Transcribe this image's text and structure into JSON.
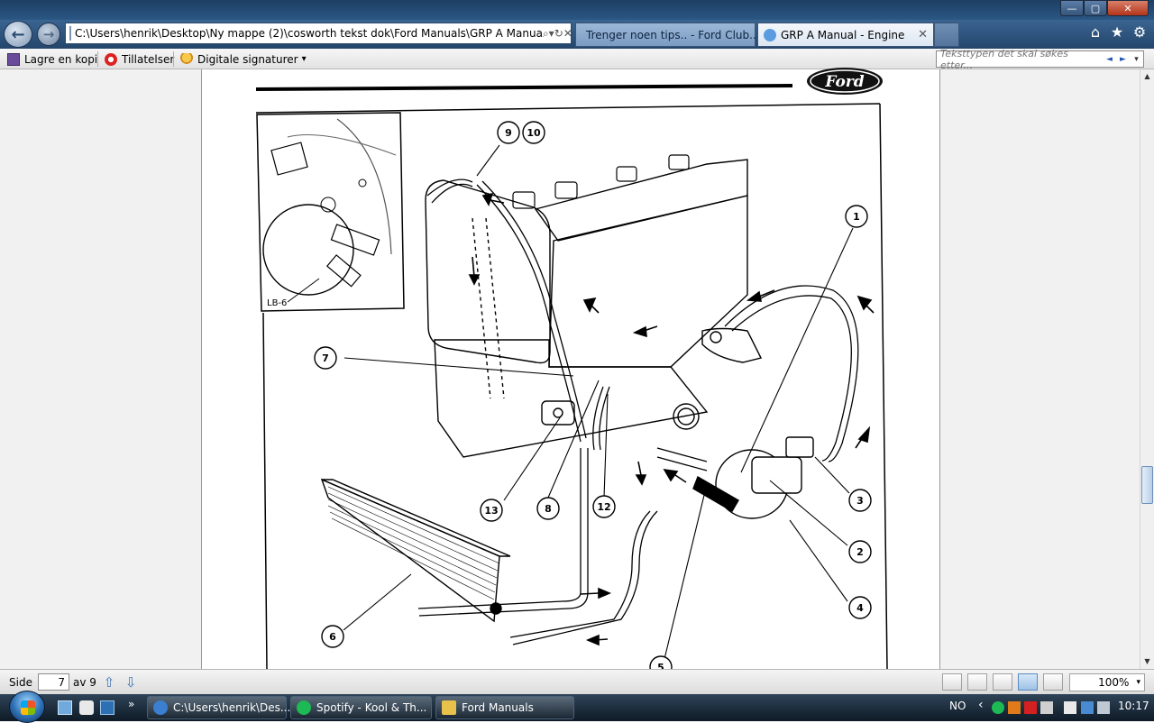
{
  "browser": {
    "address": "C:\\Users\\henrik\\Desktop\\Ny mappe (2)\\cosworth tekst dok\\Ford Manuals\\GRP A Manua",
    "tabs": [
      {
        "label": "Trenger noen tips.. - Ford Club...",
        "active": false
      },
      {
        "label": "GRP A Manual - Engine",
        "active": true
      }
    ],
    "window_buttons": {
      "minimize": "—",
      "maximize": "▢",
      "close": "✕"
    },
    "nav": {
      "back": "←",
      "forward": "→"
    },
    "address_tools": {
      "search": "⌕",
      "dropdown": "▾",
      "refresh": "↻",
      "stop": "✕"
    },
    "command_icons": {
      "home": "⌂",
      "favorites": "★",
      "tools": "⚙"
    },
    "tab_close": "✕"
  },
  "pdf_toolbar": {
    "save_copy": "Lagre en kopi",
    "permissions": "Tillatelser",
    "signatures": "Digitale signaturer",
    "signatures_arrow": "▾",
    "find_placeholder": "Teksttypen det skal søkes etter...",
    "find_prev": "◄",
    "find_next": "►",
    "find_menu": "▾"
  },
  "figure": {
    "logo": "Ford",
    "inset_label": "LB-6",
    "callouts": [
      "1",
      "2",
      "3",
      "4",
      "5",
      "6",
      "7",
      "8",
      "9",
      "10",
      "12",
      "13"
    ]
  },
  "status": {
    "page_label": "Side",
    "page_value": "7",
    "page_total": "av 9",
    "prev_page": "⇧",
    "next_page": "⇩",
    "zoom": "100%",
    "zoom_arrow": "▾"
  },
  "scrollbar": {
    "up": "▲",
    "down": "▼"
  },
  "taskbar": {
    "show_more": "»",
    "items": [
      {
        "label": "C:\\Users\\henrik\\Des...",
        "icon_color": "#3a7fd0"
      },
      {
        "label": "Spotify - Kool & Th...",
        "icon_color": "#1db954"
      },
      {
        "label": "Ford Manuals",
        "icon_color": "#e8c14a"
      }
    ],
    "language": "NO",
    "tray_expand": "‹",
    "clock": "10:17"
  }
}
